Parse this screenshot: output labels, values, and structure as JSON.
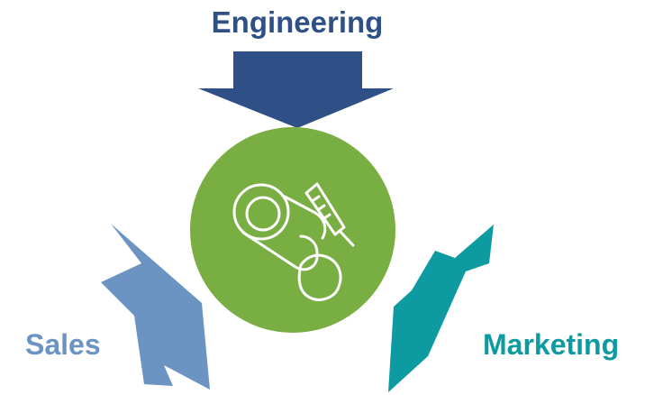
{
  "diagram": {
    "labels": {
      "engineering": "Engineering",
      "sales": "Sales",
      "marketing": "Marketing"
    },
    "center_icon": "measuring-tape-and-thermometer-icon",
    "colors": {
      "engineering": "#2e5087",
      "sales": "#6c94c2",
      "marketing": "#0d9aa0",
      "center_circle": "#79ae43",
      "icon_stroke": "#ffffff"
    }
  }
}
